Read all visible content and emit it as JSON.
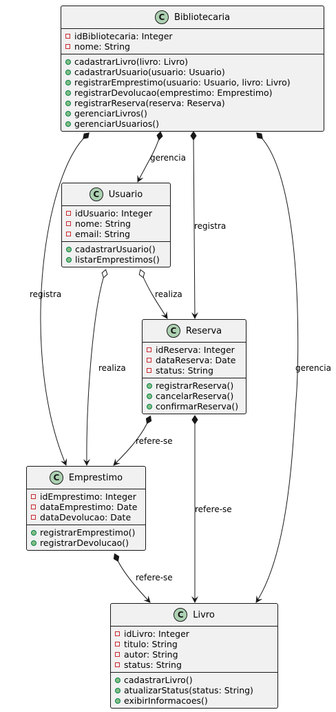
{
  "classes": {
    "bibliotecaria": {
      "name": "Bibliotecaria",
      "attributes": [
        "idBibliotecaria: Integer",
        "nome: String"
      ],
      "methods": [
        "cadastrarLivro(livro: Livro)",
        "cadastrarUsuario(usuario: Usuario)",
        "registrarEmprestimo(usuario: Usuario, livro: Livro)",
        "registrarDevolucao(emprestimo: Emprestimo)",
        "registrarReserva(reserva: Reserva)",
        "gerenciarLivros()",
        "gerenciarUsuarios()"
      ]
    },
    "usuario": {
      "name": "Usuario",
      "attributes": [
        "idUsuario: Integer",
        "nome: String",
        "email: String"
      ],
      "methods": [
        "cadastrarUsuario()",
        "listarEmprestimos()"
      ]
    },
    "reserva": {
      "name": "Reserva",
      "attributes": [
        "idReserva: Integer",
        "dataReserva: Date",
        "status: String"
      ],
      "methods": [
        "registrarReserva()",
        "cancelarReserva()",
        "confirmarReserva()"
      ]
    },
    "emprestimo": {
      "name": "Emprestimo",
      "attributes": [
        "idEmprestimo: Integer",
        "dataEmprestimo: Date",
        "dataDevolucao: Date"
      ],
      "methods": [
        "registrarEmprestimo()",
        "registrarDevolucao()"
      ]
    },
    "livro": {
      "name": "Livro",
      "attributes": [
        "idLivro: Integer",
        "titulo: String",
        "autor: String",
        "status: String"
      ],
      "methods": [
        "cadastrarLivro()",
        "atualizarStatus(status: String)",
        "exibirInformacoes()"
      ]
    }
  },
  "class_badge_letter": "C",
  "relations": {
    "bib_usuario": "gerencia",
    "bib_reserva": "registra",
    "bib_emprestimo": "registra",
    "bib_livro": "gerencia",
    "usuario_reserva": "realiza",
    "usuario_emprestimo": "realiza",
    "reserva_emprestimo": "refere-se",
    "reserva_livro": "refere-se",
    "emprestimo_livro": "refere-se"
  },
  "colors": {
    "class_fill": "#f1f1f1",
    "border": "#181818",
    "badge_fill": "#add1b2",
    "private_marker": "#c82930",
    "public_marker_fill": "#84be84",
    "public_marker_stroke": "#038048"
  }
}
